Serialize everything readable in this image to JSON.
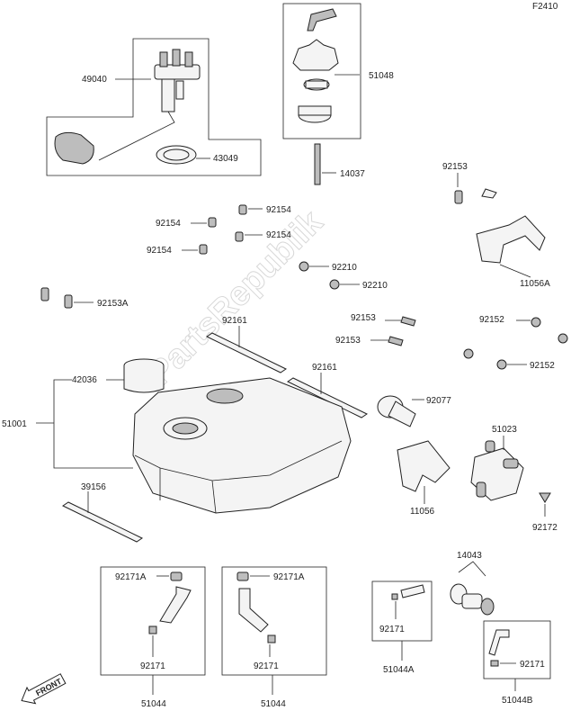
{
  "diagram_code": "F2410",
  "watermark": "PartsRepublik",
  "labels": {
    "p49040": "49040",
    "p51048": "51048",
    "p43049": "43049",
    "p14037": "14037",
    "p92153_top": "92153",
    "p92154_a": "92154",
    "p92154_b": "92154",
    "p92154_c": "92154",
    "p92154_d": "92154",
    "p11056A": "11056A",
    "p92210_a": "92210",
    "p92210_b": "92210",
    "p92153A": "92153A",
    "p92161_a": "92161",
    "p92161_b": "92161",
    "p92153_m1": "92153",
    "p92153_m2": "92153",
    "p92152_a": "92152",
    "p92152_b": "92152",
    "p42036": "42036",
    "p51001": "51001",
    "p92077": "92077",
    "p51023": "51023",
    "p11056": "11056",
    "p39156": "39156",
    "p92172": "92172",
    "p14043": "14043",
    "p92171A_a": "92171A",
    "p92171A_b": "92171A",
    "p92171_a": "92171",
    "p92171_b": "92171",
    "p92171_c": "92171",
    "p92171_d": "92171",
    "p51044_a": "51044",
    "p51044_b": "51044",
    "p51044A": "51044A",
    "p51044B": "51044B",
    "front": "FRONT"
  }
}
